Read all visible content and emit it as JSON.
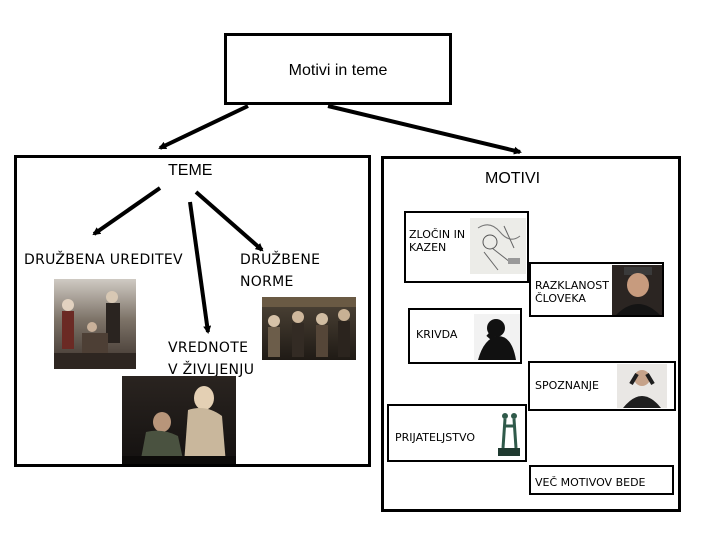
{
  "root": {
    "title": "Motivi in teme"
  },
  "teme": {
    "heading": "TEME",
    "items": [
      {
        "label": "DRUŽBENA UREDITEV"
      },
      {
        "line1": "DRUŽBENE",
        "line2": "NORME"
      },
      {
        "line1": "VREDNOTE",
        "line2": "V ŽIVLJENJU"
      }
    ]
  },
  "motivi": {
    "heading": "MOTIVI",
    "items": [
      {
        "line1": "ZLOČIN IN",
        "line2": "KAZEN"
      },
      {
        "line1": "RAZKLANOST",
        "line2": "ČLOVEKA"
      },
      {
        "label": "KRIVDA"
      },
      {
        "label": "SPOZNANJE"
      },
      {
        "label": "PRIJATELJSTVO"
      },
      {
        "label": "VEČ MOTIVOV BEDE"
      }
    ]
  },
  "colors": {
    "line": "#000000",
    "background": "#ffffff"
  }
}
